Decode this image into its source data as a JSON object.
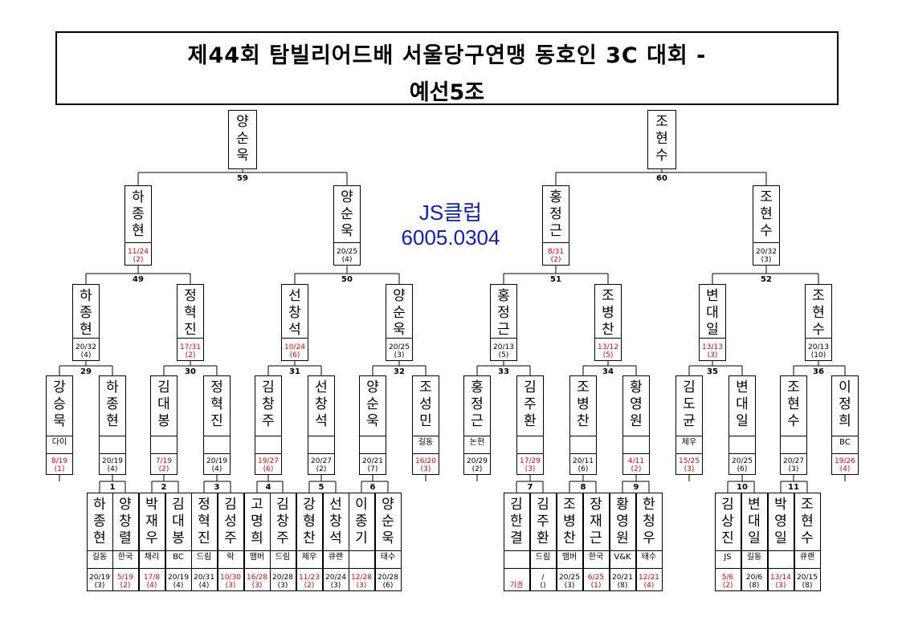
{
  "title": {
    "line1": "제44회 탐빌리어드배 서울당구연맹 동호인 3C 대회 -",
    "line2": "예선5조"
  },
  "club": {
    "name": "JS클럽",
    "phone": "6005.0304"
  },
  "colors": {
    "loss": "#d80000",
    "club_text": "#1020c0"
  },
  "match_numbers": [
    "1",
    "2",
    "3",
    "4",
    "5",
    "6",
    "7",
    "8",
    "9",
    "10",
    "11",
    "29",
    "30",
    "31",
    "32",
    "33",
    "34",
    "35",
    "36",
    "49",
    "50",
    "51",
    "52",
    "59",
    "60"
  ],
  "tier6": [
    {
      "name": "양순욱"
    },
    {
      "name": "조현수"
    }
  ],
  "tier5": [
    {
      "name": "하종현",
      "score": "11/24",
      "rank": "(2)",
      "loss": true
    },
    {
      "name": "양순욱",
      "score": "20/25",
      "rank": "(4)",
      "loss": false
    },
    {
      "name": "홍정근",
      "score": "8/31",
      "rank": "(2)",
      "loss": true
    },
    {
      "name": "조현수",
      "score": "20/32",
      "rank": "(3)",
      "loss": false
    }
  ],
  "tier4": [
    {
      "name": "하종현",
      "score": "20/32",
      "rank": "(4)",
      "loss": false
    },
    {
      "name": "정혁진",
      "score": "17/31",
      "rank": "(2)",
      "loss": true
    },
    {
      "name": "선창석",
      "score": "10/24",
      "rank": "(6)",
      "loss": true
    },
    {
      "name": "양순욱",
      "score": "20/25",
      "rank": "(3)",
      "loss": false
    },
    {
      "name": "홍정근",
      "score": "20/13",
      "rank": "(5)",
      "loss": false
    },
    {
      "name": "조병찬",
      "score": "13/12",
      "rank": "(5)",
      "loss": true
    },
    {
      "name": "변대일",
      "score": "13/13",
      "rank": "(3)",
      "loss": true
    },
    {
      "name": "조현수",
      "score": "20/13",
      "rank": "(10)",
      "loss": false
    }
  ],
  "tier3": [
    {
      "name": "강승묵",
      "aff": "다이",
      "score": "8/19",
      "rank": "(1)",
      "loss": true
    },
    {
      "name": "하종현",
      "aff": "",
      "score": "20/19",
      "rank": "(4)",
      "loss": false
    },
    {
      "name": "김대봉",
      "aff": "",
      "score": "7/19",
      "rank": "(2)",
      "loss": true
    },
    {
      "name": "정혁진",
      "aff": "",
      "score": "20/19",
      "rank": "(4)",
      "loss": false
    },
    {
      "name": "김창주",
      "aff": "",
      "score": "19/27",
      "rank": "(6)",
      "loss": true
    },
    {
      "name": "선창석",
      "aff": "",
      "score": "20/27",
      "rank": "(2)",
      "loss": false
    },
    {
      "name": "양순욱",
      "aff": "",
      "score": "20/21",
      "rank": "(7)",
      "loss": false
    },
    {
      "name": "조성민",
      "aff": "길동",
      "score": "16/20",
      "rank": "(3)",
      "loss": true
    },
    {
      "name": "홍정근",
      "aff": "논현",
      "score": "20/29",
      "rank": "(2)",
      "loss": false
    },
    {
      "name": "김주환",
      "aff": "",
      "score": "17/29",
      "rank": "(3)",
      "loss": true
    },
    {
      "name": "조병찬",
      "aff": "",
      "score": "20/11",
      "rank": "(6)",
      "loss": false
    },
    {
      "name": "황영원",
      "aff": "",
      "score": "4/11",
      "rank": "(2)",
      "loss": true
    },
    {
      "name": "김도균",
      "aff": "제우",
      "score": "15/25",
      "rank": "(3)",
      "loss": true
    },
    {
      "name": "변대일",
      "aff": "",
      "score": "20/25",
      "rank": "(6)",
      "loss": false
    },
    {
      "name": "조현수",
      "aff": "",
      "score": "20/27",
      "rank": "(3)",
      "loss": false
    },
    {
      "name": "이정희",
      "aff": "BC",
      "score": "19/26",
      "rank": "(4)",
      "loss": true
    }
  ],
  "tier1": [
    {
      "name": "하종현",
      "aff": "길동",
      "score": "20/19",
      "rank": "(3)",
      "loss": false
    },
    {
      "name": "양창렬",
      "aff": "한국",
      "score": "5/19",
      "rank": "(2)",
      "loss": true
    },
    {
      "name": "박재우",
      "aff": "채리",
      "score": "17/8",
      "rank": "(4)",
      "loss": true
    },
    {
      "name": "김대봉",
      "aff": "BC",
      "score": "20/19",
      "rank": "(4)",
      "loss": false
    },
    {
      "name": "정혁진",
      "aff": "드림",
      "score": "20/31",
      "rank": "(4)",
      "loss": false
    },
    {
      "name": "김성주",
      "aff": "락",
      "score": "10/30",
      "rank": "(3)",
      "loss": true
    },
    {
      "name": "고명희",
      "aff": "맴버",
      "score": "16/28",
      "rank": "(3)",
      "loss": true
    },
    {
      "name": "김창주",
      "aff": "드림",
      "score": "20/28",
      "rank": "(3)",
      "loss": false
    },
    {
      "name": "강형찬",
      "aff": "제우",
      "score": "11/23",
      "rank": "(2)",
      "loss": true
    },
    {
      "name": "선창석",
      "aff": "큐랜",
      "score": "20/24",
      "rank": "(3)",
      "loss": false
    },
    {
      "name": "이종기",
      "aff": "",
      "score": "12/28",
      "rank": "(3)",
      "loss": true
    },
    {
      "name": "양순욱",
      "aff": "태수",
      "score": "20/28",
      "rank": "(6)",
      "loss": false
    },
    {
      "name": "김한결",
      "aff": "",
      "score": "기권",
      "rank": "",
      "loss": true
    },
    {
      "name": "김주환",
      "aff": "드림",
      "score": "/",
      "rank": "()",
      "loss": false
    },
    {
      "name": "조병찬",
      "aff": "맴버",
      "score": "20/25",
      "rank": "(3)",
      "loss": false
    },
    {
      "name": "장재근",
      "aff": "한국",
      "score": "6/25",
      "rank": "(1)",
      "loss": true
    },
    {
      "name": "황영원",
      "aff": "V&K",
      "score": "20/21",
      "rank": "(8)",
      "loss": false
    },
    {
      "name": "한청우",
      "aff": "태수",
      "score": "12/21",
      "rank": "(4)",
      "loss": true
    },
    {
      "name": "김상진",
      "aff": "JS",
      "score": "5/6",
      "rank": "(2)",
      "loss": true
    },
    {
      "name": "변대일",
      "aff": "길동",
      "score": "20/6",
      "rank": "(8)",
      "loss": false
    },
    {
      "name": "박영일",
      "aff": "",
      "score": "13/14",
      "rank": "(3)",
      "loss": true
    },
    {
      "name": "조현수",
      "aff": "큐랜",
      "score": "20/15",
      "rank": "(8)",
      "loss": false
    }
  ]
}
